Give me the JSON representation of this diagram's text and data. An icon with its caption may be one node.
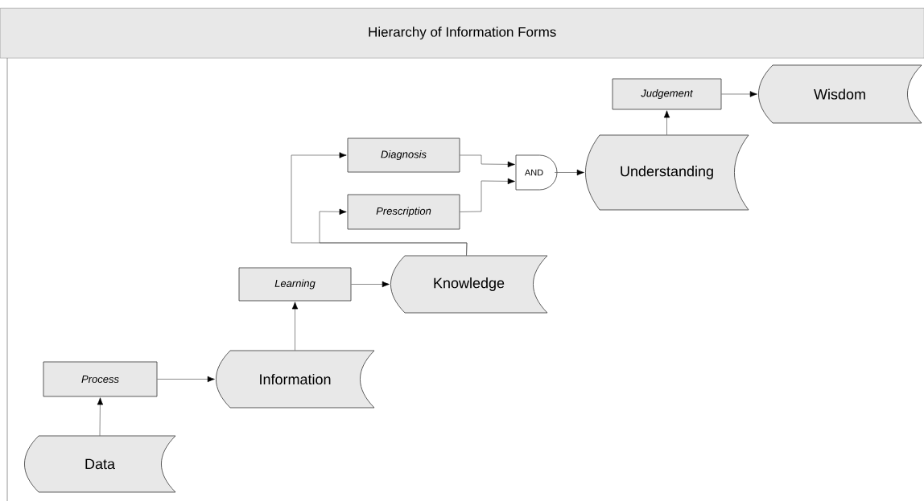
{
  "diagram": {
    "title": "Hierarchy of Information Forms",
    "nodes": [
      {
        "text": [
          "Judgement"
        ]
      },
      {
        "text": [
          "Wisdom"
        ]
      },
      {
        "text": [
          "Diagnosis"
        ]
      },
      {
        "text": [
          "AND"
        ]
      },
      {
        "text": [
          "Understanding"
        ]
      },
      {
        "text": [
          "Prescription"
        ]
      },
      {
        "text": [
          "Learning"
        ]
      },
      {
        "text": [
          "Knowledge"
        ]
      },
      {
        "text": [
          "Process"
        ]
      },
      {
        "text": [
          "Information"
        ]
      },
      {
        "text": [
          "Data"
        ]
      }
    ],
    "edges": [
      {
        "from": 10,
        "to": 8,
        "arrow": "to"
      },
      {
        "from": 8,
        "to": 9,
        "arrow": "to"
      },
      {
        "from": 9,
        "to": 6,
        "arrow": "to"
      },
      {
        "from": 6,
        "to": 7,
        "arrow": "to"
      },
      {
        "from": 7,
        "to": 2,
        "arrow": "to"
      },
      {
        "from": 7,
        "to": 5,
        "arrow": "to"
      },
      {
        "from": 2,
        "to": 3,
        "arrow": "to"
      },
      {
        "from": 5,
        "to": 3,
        "arrow": "to"
      },
      {
        "from": 3,
        "to": 4,
        "arrow": "to"
      },
      {
        "from": 4,
        "to": 0,
        "arrow": "to"
      },
      {
        "from": 0,
        "to": 1,
        "arrow": "to"
      }
    ]
  }
}
